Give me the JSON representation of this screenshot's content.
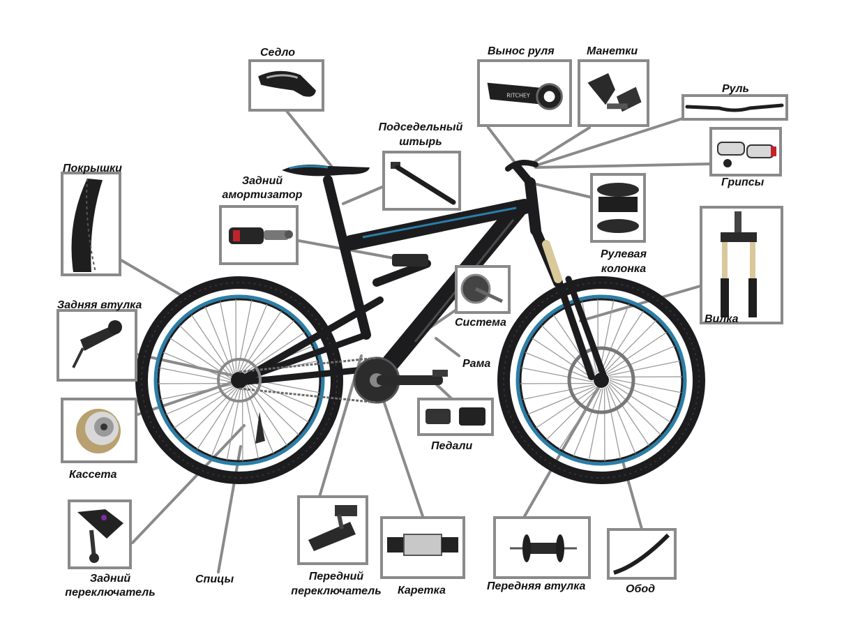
{
  "labels": {
    "saddle": "Седло",
    "stem": "Вынос руля",
    "shifters": "Манетки",
    "handlebar": "Руль",
    "seatpost_line1": "Подседельный",
    "seatpost_line2": "штырь",
    "grips": "Грипсы",
    "tires": "Покрышки",
    "rear_shock_line1": "Задний",
    "rear_shock_line2": "амортизатор",
    "headset_line1": "Рулевая",
    "headset_line2": "колонка",
    "rear_hub": "Задняя втулка",
    "crankset": "Система",
    "fork": "Вилка",
    "frame": "Рама",
    "pedals": "Педали",
    "cassette": "Кассета",
    "rear_derailleur_line1": "Задний",
    "rear_derailleur_line2": "переключатель",
    "spokes": "Спицы",
    "front_derailleur_line1": "Передний",
    "front_derailleur_line2": "переключатель",
    "bottom_bracket": "Каретка",
    "front_hub": "Передняя втулка",
    "rim": "Обод"
  },
  "colors": {
    "frame_black": "#1c1c1e",
    "accent_blue": "#2a7ea8",
    "box_border": "#8a8a8a",
    "leader_line": "#8a8a8a"
  },
  "icons": [
    "bicycle-icon",
    "saddle-icon",
    "stem-icon",
    "shifter-icon",
    "handlebar-icon",
    "seatpost-icon",
    "grips-icon",
    "tire-icon",
    "rear-shock-icon",
    "headset-icon",
    "rear-hub-icon",
    "crankset-icon",
    "fork-icon",
    "pedals-icon",
    "cassette-icon",
    "rear-derailleur-icon",
    "front-derailleur-icon",
    "bottom-bracket-icon",
    "front-hub-icon",
    "rim-icon"
  ]
}
